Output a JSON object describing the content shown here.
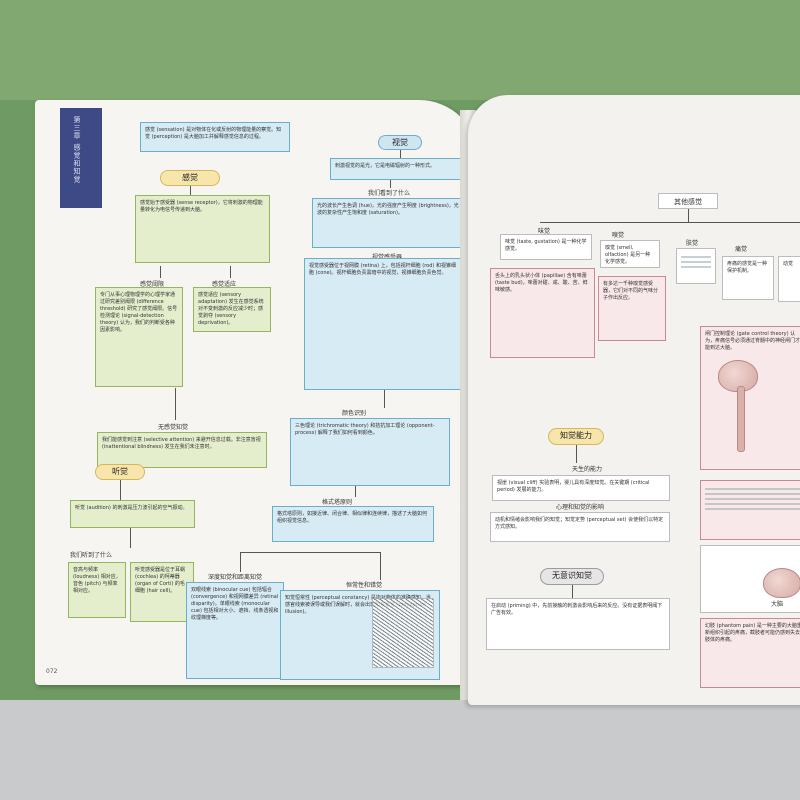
{
  "left_page": {
    "tab_text": "第三章  感觉和知觉",
    "intro": "感觉 (sensation) 是对物体在化或反射的物理能量的察觉。知觉 (perception) 是大脑加工并解释感觉信息的过程。",
    "sensation_title": "感觉",
    "sensation_box": "感觉始于感受器 (sense receptor)，它将刺激的物理能量转化为电信号传递到大脑。",
    "threshold_title": "感觉阈限",
    "threshold_box": "专门从事心理物理学的心理学家通过研究差别阈限 (difference threshold) 研究了感觉阈限。信号检测理论 (signal-detection theory) 认为，我们的判断受各种因素影响。",
    "adaptation_title": "感觉适应",
    "adaptation_box": "感觉适应 (sensory adaptation) 发生在感觉系统对不变刺激的反应减少时；感觉剥夺 (sensory deprivation)。",
    "unconscious_title": "无感觉知觉",
    "unconscious_box": "我们能感觉到注意 (selective attention) 来避开信息过载。非注意盲视 (inattentional blindness) 发生在我们未注意时。",
    "hearing_title": "听觉",
    "hearing_box": "听觉 (audition) 的刺激是压力波引起的空气振动。",
    "hear_what_title": "我们听到了什么",
    "hear_what_box": "音高与频率 (loudness) 相对应，音色 (pitch) 与频率相对应。",
    "cochlea_box": "听觉感受器是位于耳蜗 (cochlea) 的柯蒂器 (organ of Corti) 的毛细胞 (hair cell)。",
    "page_number": "072"
  },
  "vision": {
    "title": "视觉",
    "box1": "刺激视觉的是光，它是电磁辐射的一种形式。",
    "what_we_see_title": "我们看到了什么",
    "what_we_see_box": "光的波长产生色调 (hue)，光的强度产生明度 (brightness)，光波的复杂性产生饱和度 (saturation)。",
    "receptors_title": "视觉感受器",
    "receptors_box": "视觉感受器位于视网膜 (retina) 上，包括视杆细胞 (rod) 和视锥细胞 (cone)。视杆细胞负责黑暗中的视觉，视锥细胞负责色觉。",
    "color_title": "颜色识别",
    "color_box": "三色理论 (trichromatic theory) 和拮抗加工理论 (opponent-process) 解释了我们如何看到颜色。",
    "form_title": "格式塔原则",
    "form_box": "格式塔原则，如接近律、闭合律、相似律和连续律，描述了大脑如何组织视觉信息。",
    "depth_title": "深度知觉和距离知觉",
    "depth_box": "双眼线索 (binocular cue) 包括辐合 (convergence) 和视网膜差异 (retinal disparity)。单眼线索 (monocular cue) 包括相对大小、遮挡、线条透视和纹理梯度等。",
    "constancy_title": "恒常性和错觉",
    "constancy_box": "知觉恒常性 (perceptual constancy) 是指对物体的准确感知。当感官线索被误导或我们误解时，就会出现知觉错觉 (perceptual illusion)。"
  },
  "right_page": {
    "other_senses_title": "其他感觉",
    "taste_title": "味觉",
    "taste_top": "味觉 (taste, gustation) 是一种化学感觉。",
    "taste_box": "舌头上的乳头状小体 (papillae) 含有味蕾 (taste bud)，味蕾对甜、咸、酸、苦、鲜味敏感。",
    "smell_title": "嗅觉",
    "smell_top": "嗅觉 (smell, olfaction) 是另一种化学感觉。",
    "smell_box": "有多达一千种嗅觉感受器，它们对不同的气味分子作出反应。",
    "touch_title": "肤觉",
    "pain_title": "痛觉",
    "pain_top": "疼痛的感觉是一种保护机制。",
    "other_title": "动觉",
    "gate_box": "闸门控制理论 (gate control theory) 认为，疼痛信号必须通过脊髓中的神经闸门才能到达大脑。",
    "ability_title": "知觉能力",
    "innate_title": "天生的能力",
    "innate_box": "视崖 (visual cliff) 实验表明，婴儿具有深度知觉。在关键期 (critical period) 发展的能力。",
    "psych_title": "心理和知觉的影响",
    "psych_box": "动机和情绪会影响我们的知觉；知觉定势 (perceptual set) 会使我们以特定方式感知。",
    "subliminal_title": "无意识知觉",
    "subliminal_box": "在启动 (priming) 中，先前接触的刺激会影响后来的反应。没有证据表明阈下广告有效。",
    "phantom_box": "幻肢 (phantom pain) 是一种主要的大脑重新组织引起的疼痛，截肢者可能仍感到失去肢体的疼痛。",
    "brain_caption": "大脑"
  },
  "colors": {
    "background": "#6f9a63",
    "blue_box": "#d7ebf4",
    "green_box": "#e4eecd",
    "pink_box": "#f9e8ea",
    "pill": "#f7e6ab",
    "tab": "#3e4a86"
  }
}
